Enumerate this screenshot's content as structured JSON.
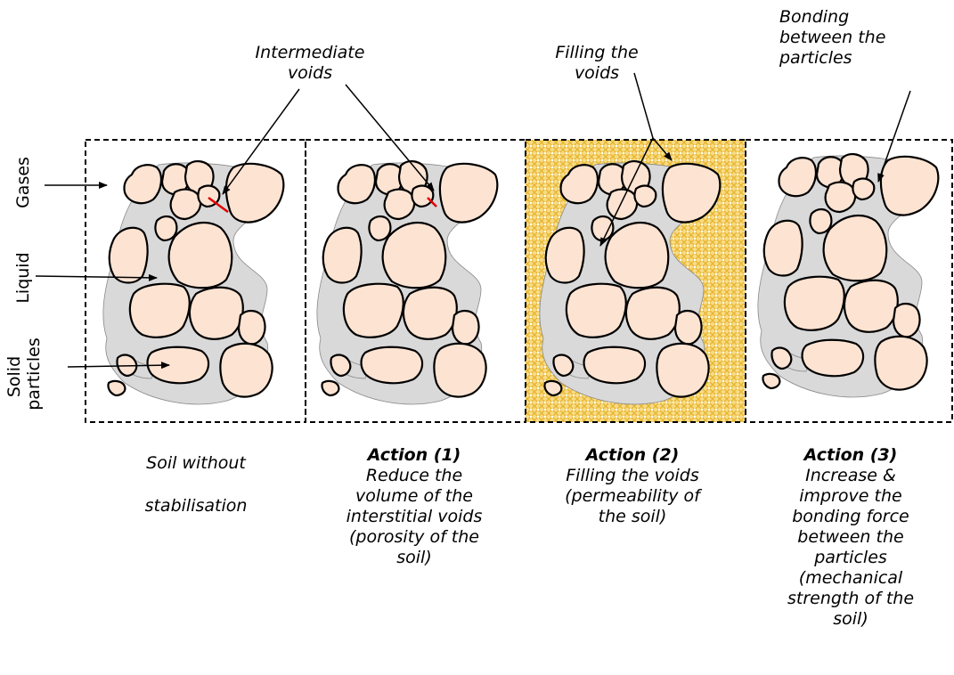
{
  "side_labels": {
    "gases": "Gases",
    "liquid": "Liquid",
    "solid": "Solid\nparticles"
  },
  "top_labels": {
    "intermediate_voids": "Intermediate\nvoids",
    "filling_voids": "Filling the\nvoids",
    "bonding": "Bonding\nbetween the\nparticles"
  },
  "captions": [
    {
      "head": "",
      "body": "Soil without\n\nstabilisation"
    },
    {
      "head": "Action (1)",
      "body": "Reduce the\nvolume of the\ninterstitial voids\n(porosity of the\nsoil)"
    },
    {
      "head": "Action (2)",
      "body": "Filling the voids\n(permeability of\nthe soil)"
    },
    {
      "head": "Action (3)",
      "body": "Increase &\nimprove the\nbonding force\nbetween the\nparticles\n(mechanical\nstrength of the\nsoil)"
    }
  ],
  "colors": {
    "particle_fill": "#fde3d2",
    "liquid_fill": "#d9d9d9",
    "binder_fill": "#f3cf5a",
    "bond_stroke": "#444444",
    "void_marker": "#e00000"
  }
}
